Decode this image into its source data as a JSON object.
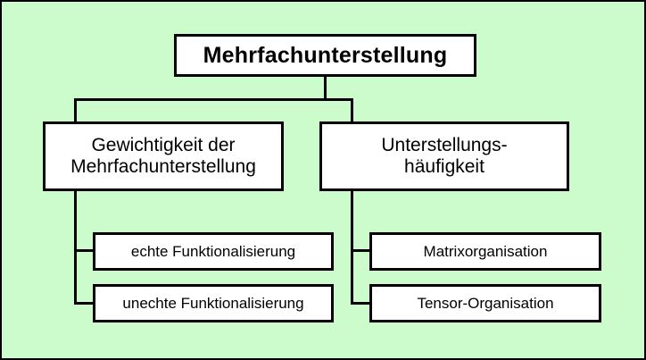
{
  "diagram": {
    "background_color": "#ccfccc",
    "box_fill_color": "#ffffff",
    "line_color": "#000000",
    "root": {
      "label": "Mehrfachunterstellung"
    },
    "branches": [
      {
        "id": "gewichtigkeit",
        "label": "Gewichtigkeit der\nMehrfachunterstellung",
        "children": [
          {
            "id": "echte-funktionalisierung",
            "label": "echte Funktionalisierung"
          },
          {
            "id": "unechte-funktionalisierung",
            "label": "unechte Funktionalisierung"
          }
        ]
      },
      {
        "id": "unterstellungshaeufigkeit",
        "label": "Unterstellungs-\nhäufigkeit",
        "children": [
          {
            "id": "matrixorganisation",
            "label": "Matrixorganisation"
          },
          {
            "id": "tensor-organisation",
            "label": "Tensor-Organisation"
          }
        ]
      }
    ]
  }
}
